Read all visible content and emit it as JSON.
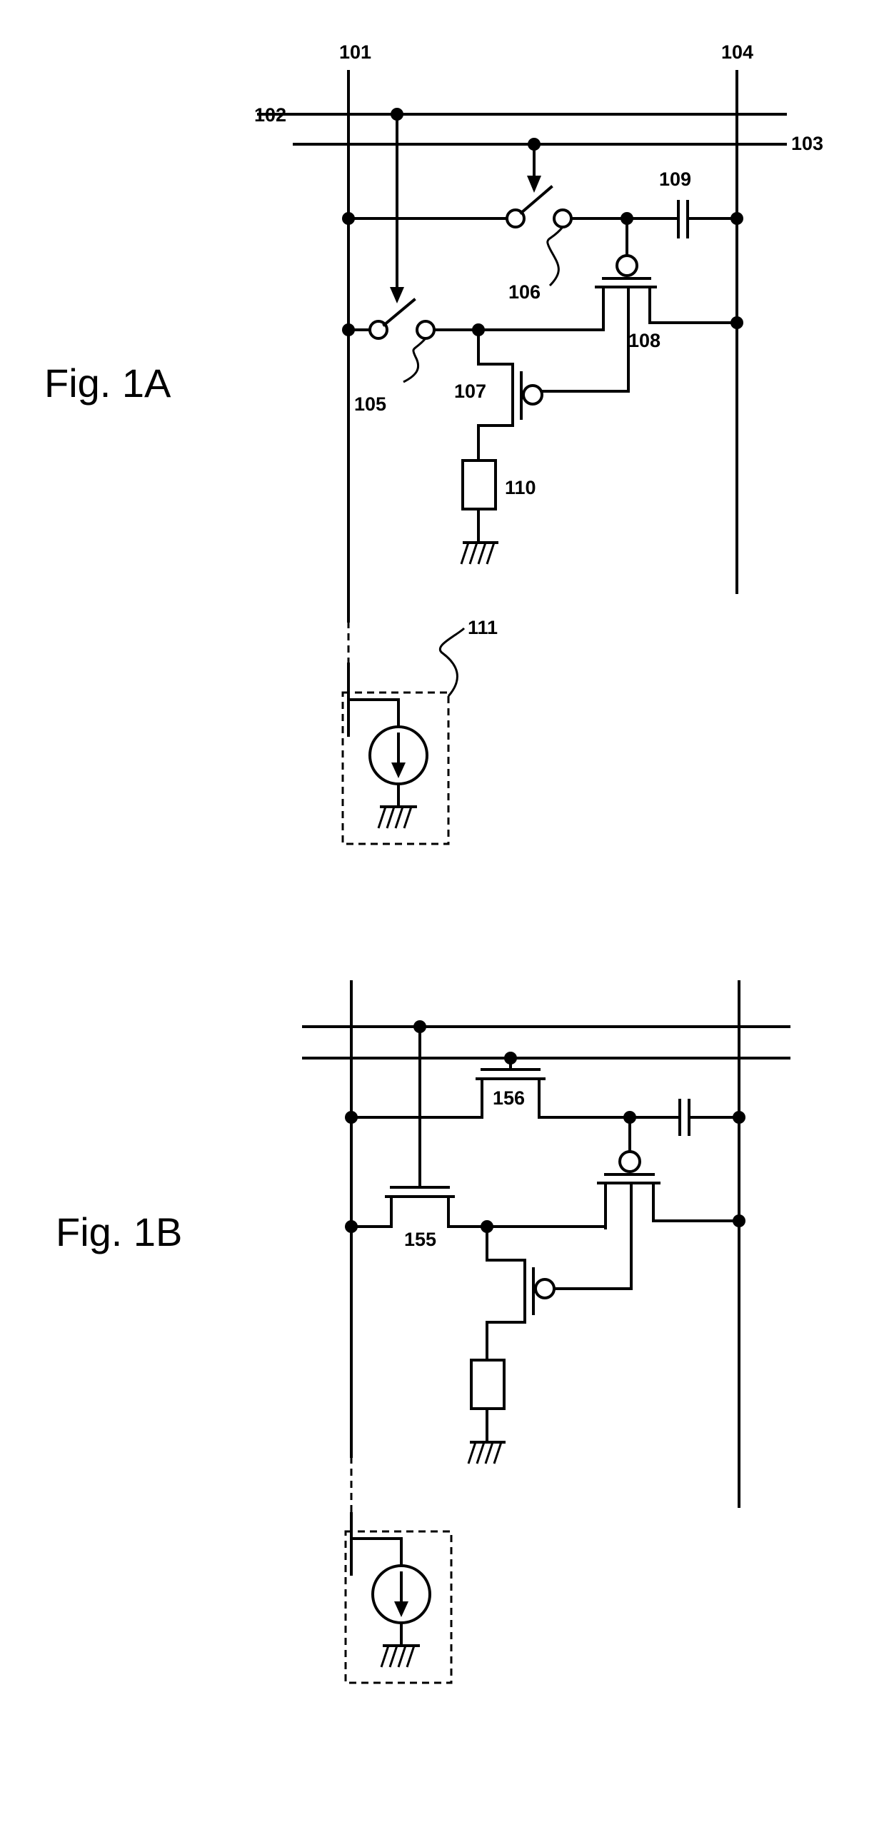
{
  "fig_1a": {
    "caption": "Fig. 1A",
    "labels": {
      "l101": "101",
      "l102": "102",
      "l103": "103",
      "l104": "104",
      "l105": "105",
      "l106": "106",
      "l107": "107",
      "l108": "108",
      "l109": "109",
      "l110": "110",
      "l111": "111"
    }
  },
  "fig_1b": {
    "caption": "Fig. 1B",
    "labels": {
      "l155": "155",
      "l156": "156"
    }
  }
}
